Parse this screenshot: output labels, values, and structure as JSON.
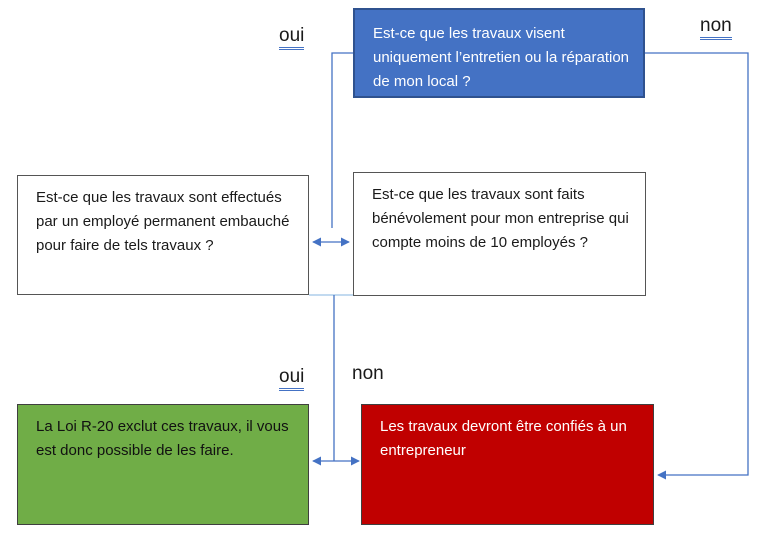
{
  "boxes": {
    "q1": "Est-ce que les travaux visent uniquement l’entretien ou la réparation de mon local ?",
    "q2": "Est-ce que les travaux sont effectués par un employé permanent embauché pour faire de tels travaux ?",
    "q3": "Est-ce que les travaux sont faits bénévolement pour mon entreprise qui compte moins de 10 employés ?",
    "result_allowed": "La Loi R-20 exclut ces travaux, il vous est donc possible de les faire.",
    "result_contractor": "Les travaux devront être confiés à un entrepreneur"
  },
  "labels": {
    "yes_top": "oui",
    "no_top": "non",
    "yes_bottom": "oui",
    "no_bottom": "non"
  },
  "colors": {
    "connector": "#4472c4",
    "blue_box": "#4472c4",
    "green_box": "#70ad47",
    "red_box": "#c00000"
  }
}
